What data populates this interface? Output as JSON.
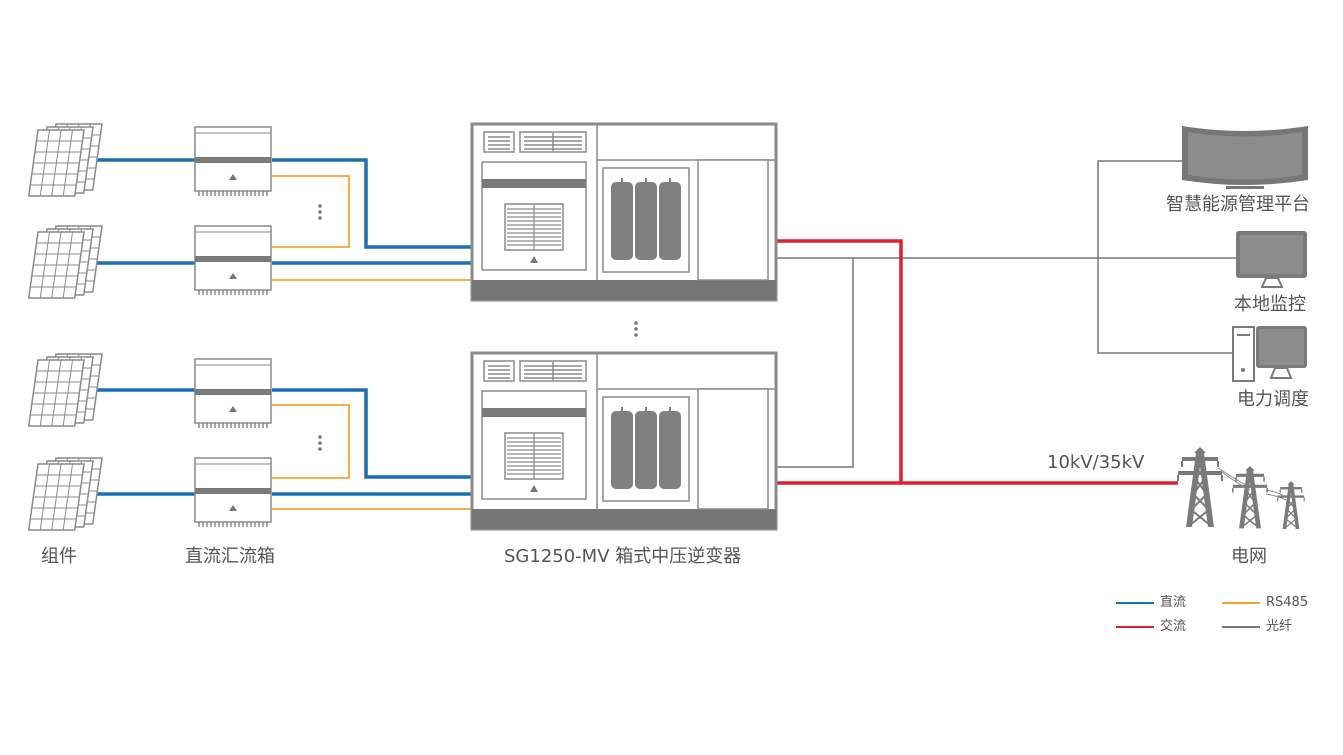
{
  "labels": {
    "modules": "组件",
    "combiner_box": "直流汇流箱",
    "inverter": "SG1250-MV 箱式中压逆变器",
    "energy_platform": "智慧能源管理平台",
    "local_monitor": "本地监控",
    "dispatch": "电力调度",
    "grid": "电网",
    "voltage": "10kV/35kV"
  },
  "legend": [
    {
      "label": "直流",
      "color": "#1a6fb5"
    },
    {
      "label": "RS485",
      "color": "#f3a42e"
    },
    {
      "label": "交流",
      "color": "#e0202e"
    },
    {
      "label": "光纤",
      "color": "#777777"
    }
  ],
  "colors": {
    "dc": "#1a6fb5",
    "rs485": "#f3a42e",
    "ac": "#e0202e",
    "fiber": "#777777",
    "equipment": "#8a8a8a",
    "equipment_dark": "#6f6f6f"
  }
}
